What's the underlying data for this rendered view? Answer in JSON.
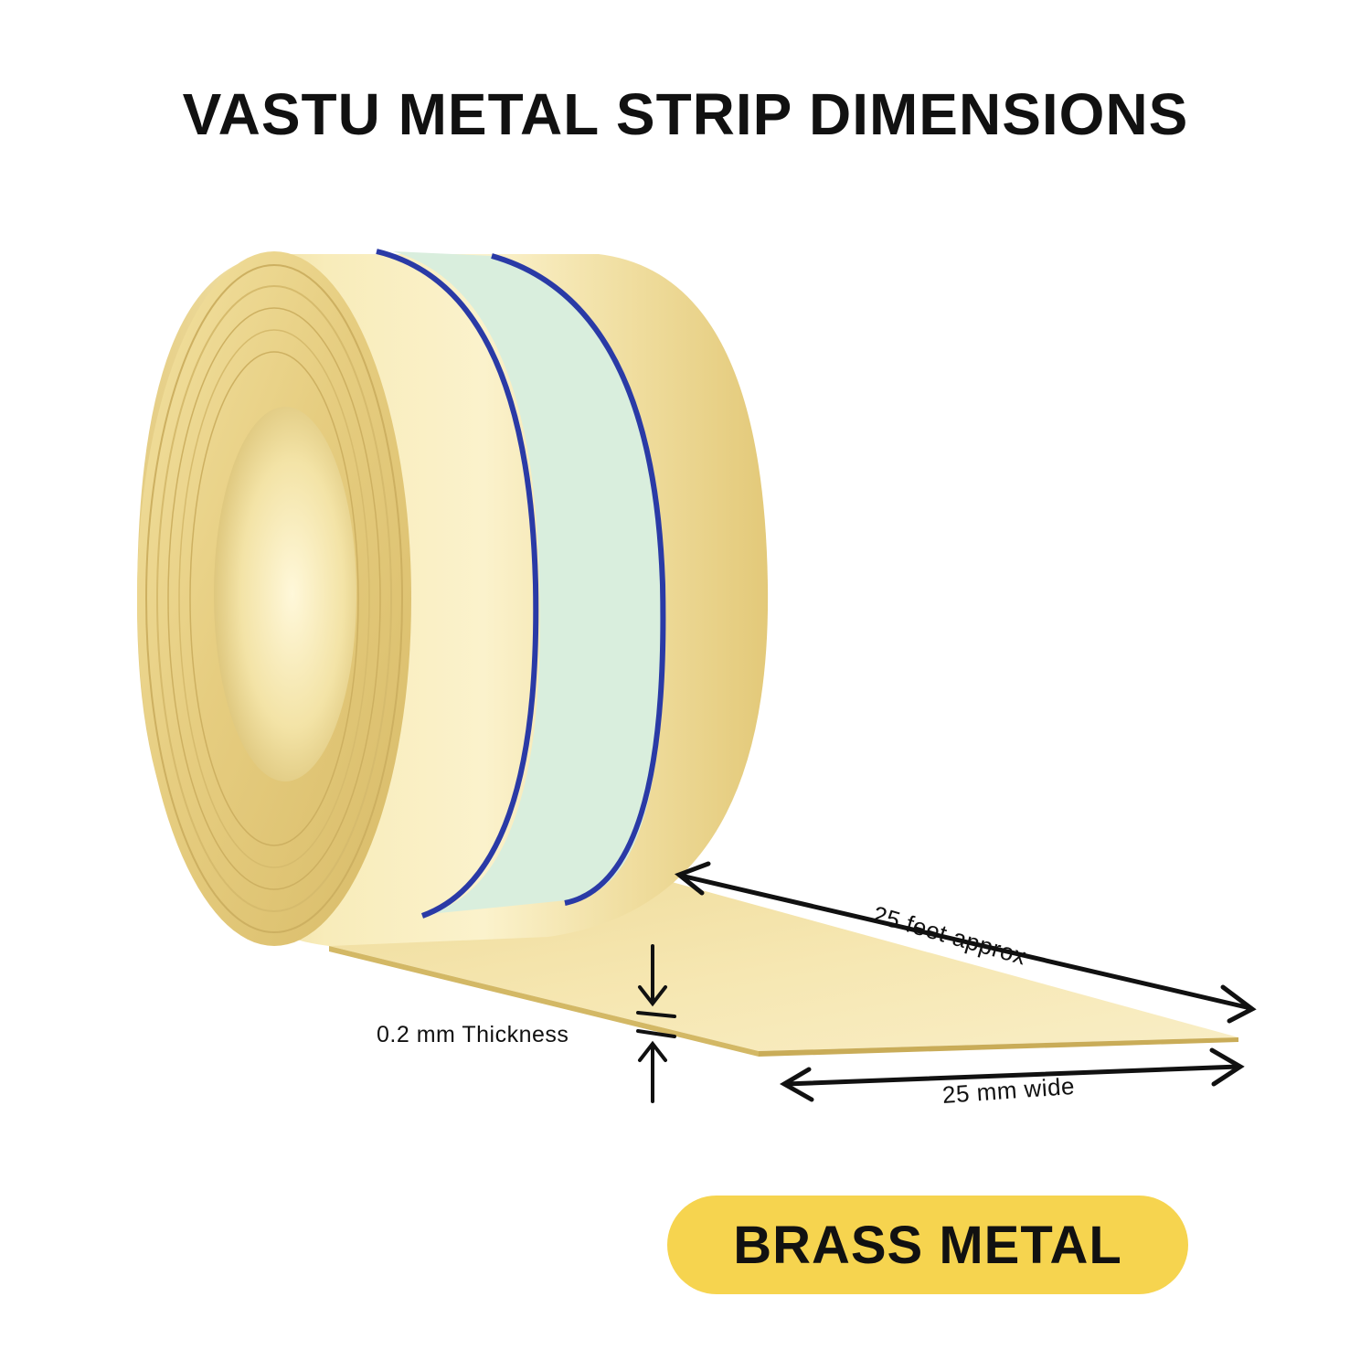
{
  "title": "VASTU METAL STRIP DIMENSIONS",
  "dimensions": {
    "length_label": "25 feet approx",
    "thickness_label": "0.2 mm Thickness",
    "width_label": "25 mm wide"
  },
  "badge": {
    "label": "BRASS METAL"
  },
  "colors": {
    "brass": "#e9d28a",
    "brass_light": "#fbf0bf",
    "label_band": "#d9eedd",
    "band_line": "#2a3aa6",
    "badge": "#f6d44f",
    "arrows": "#111111"
  },
  "icons": [
    "arrow-double-icon",
    "arrow-down-icon",
    "arrow-up-icon"
  ]
}
